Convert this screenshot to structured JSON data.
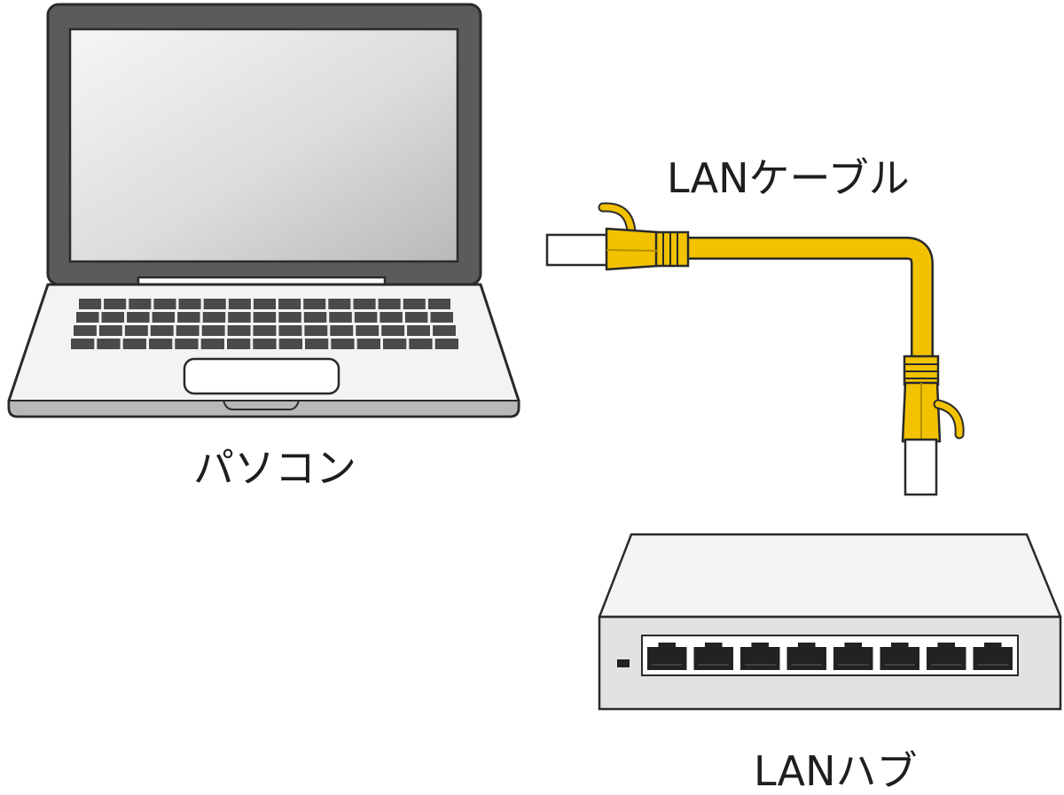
{
  "labels": {
    "pc": "パソコン",
    "cable": "LANケーブル",
    "hub": "LANハブ"
  },
  "hub": {
    "port_count": 8
  },
  "colors": {
    "cable": "#f2c200",
    "cable_dark": "#b58f00",
    "laptop_body": "#5a5a5a",
    "laptop_base": "#f2f2f2",
    "keys": "#4a4a4a",
    "outline": "#2a2a2a",
    "hub_body": "#f0f0f0",
    "hub_ports": "#222222"
  }
}
